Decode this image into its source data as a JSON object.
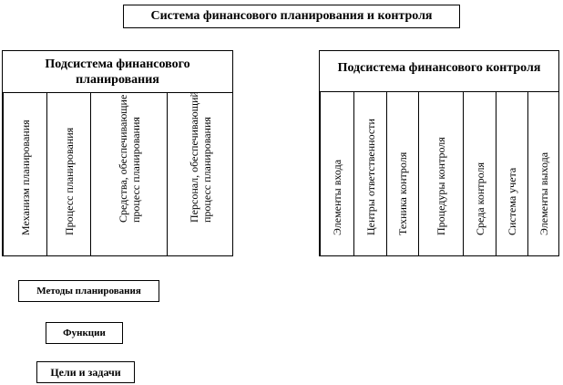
{
  "title": "Система финансового планирования и контроля",
  "planning": {
    "header": "Подсистема финансового планирования",
    "columns": [
      "Механизм планирования",
      "Процесс планирования",
      "Средства, обеспечивающие процесс планирования",
      "Персонал, обеспечивающий процесс планирования"
    ]
  },
  "control": {
    "header": "Подсистема финансового контроля",
    "columns": [
      "Элементы входа",
      "Центры ответственности",
      "Техника контроля",
      "Процедуры контроля",
      "Среда контроля",
      "Система учета",
      "Элементы выхода"
    ]
  },
  "bottom": [
    "Методы планирования",
    "Функции",
    "Цели и задачи"
  ]
}
